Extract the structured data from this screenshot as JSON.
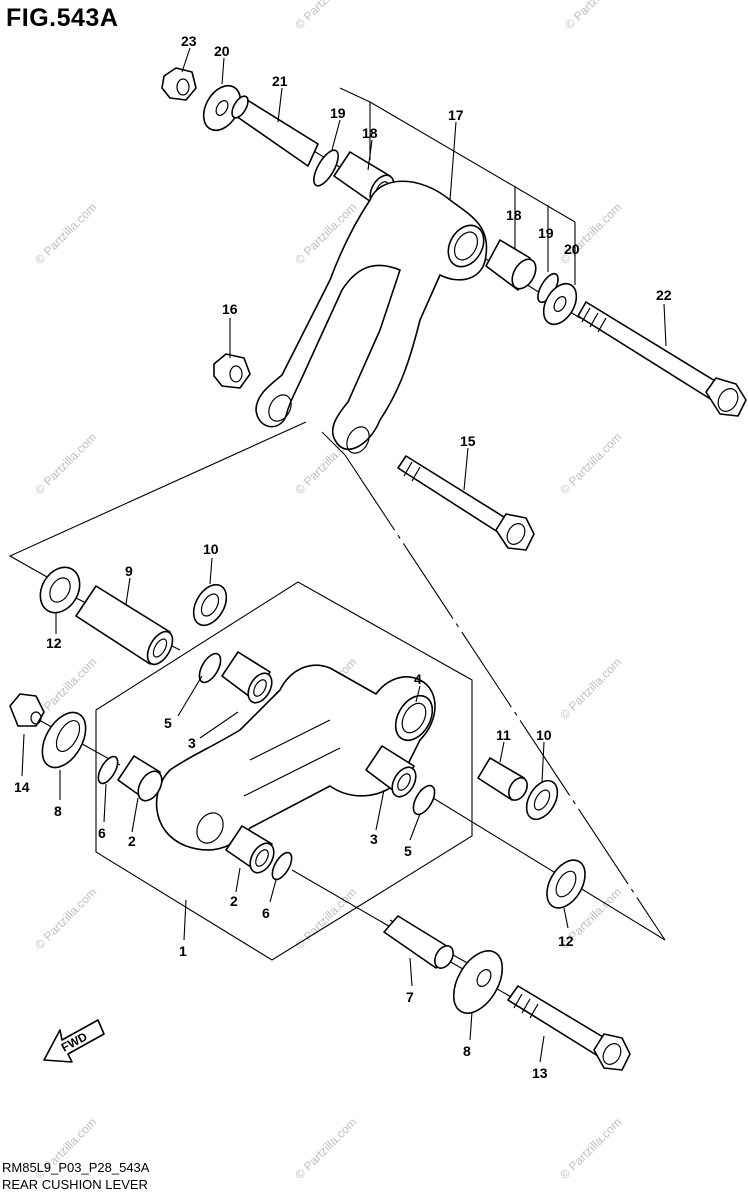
{
  "figure": {
    "title": "FIG.543A",
    "code": "RM85L9_P03_P28_543A",
    "name": "REAR CUSHION LEVER"
  },
  "watermark": "© Partzilla.com",
  "direction_badge": "FWD",
  "callouts": {
    "c23": "23",
    "c20a": "20",
    "c21": "21",
    "c19a": "19",
    "c18a": "18",
    "c17": "17",
    "c18b": "18",
    "c19b": "19",
    "c20b": "20",
    "c22": "22",
    "c16": "16",
    "c15": "15",
    "c10a": "10",
    "c9": "9",
    "c12a": "12",
    "c14": "14",
    "c8a": "8",
    "c4": "4",
    "c5a": "5",
    "c3a": "3",
    "c6a": "6",
    "c2a": "2",
    "c11": "11",
    "c10b": "10",
    "c3b": "3",
    "c5b": "5",
    "c2b": "2",
    "c6b": "6",
    "c1": "1",
    "c12b": "12",
    "c7": "7",
    "c8b": "8",
    "c13": "13"
  }
}
